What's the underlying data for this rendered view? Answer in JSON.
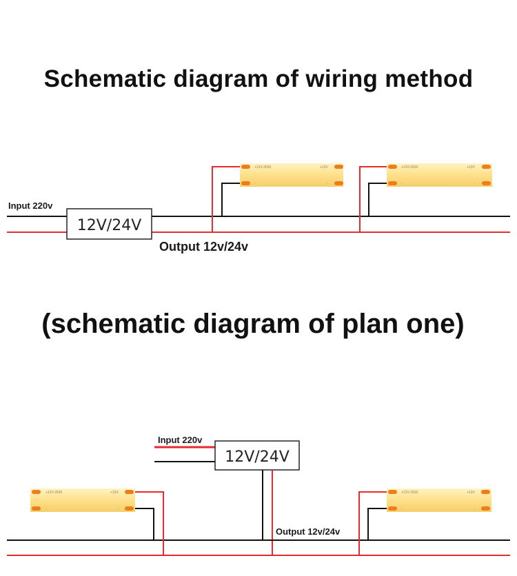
{
  "title_top": "Schematic diagram of wiring method",
  "title_bottom": "(schematic diagram of plan one)",
  "diagram1": {
    "input_label": "Input 220v",
    "box_label": "12V/24V",
    "output_label": "Output 12v/24v"
  },
  "diagram2": {
    "input_label": "Input 220v",
    "box_label": "12V/24V",
    "output_label": "Output 12v/24v"
  },
  "strip": {
    "model_label": "+12V-2520",
    "plus_label": "+12V",
    "minus_label": "-"
  },
  "colors": {
    "positive_wire": "#e52b2b",
    "negative_wire": "#111111",
    "strip_fill": "#ffe08a",
    "pad": "#ef7d1a"
  }
}
